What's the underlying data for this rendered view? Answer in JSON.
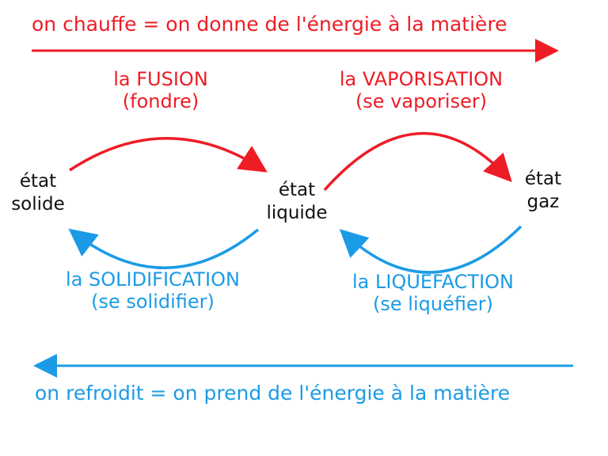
{
  "top_banner": "on chauffe = on donne de l'énergie à la matière",
  "bottom_banner": "on refroidit = on prend de l'énergie à la matière",
  "states": {
    "solid": [
      "état",
      "solide"
    ],
    "liquid": [
      "état",
      "liquide"
    ],
    "gas": [
      "état",
      "gaz"
    ]
  },
  "processes": {
    "fusion": {
      "name": "la FUSION",
      "verb": "(fondre)"
    },
    "vaporisation": {
      "name": "la VAPORISATION",
      "verb": "(se vaporiser)"
    },
    "solidification": {
      "name": "la SOLIDIFICATION",
      "verb": "(se solidifier)"
    },
    "liquefaction": {
      "name": "la LIQUEFACTION",
      "verb": "(se liquéfier)"
    }
  },
  "colors": {
    "heating": "#ee1c25",
    "cooling": "#1b9be6",
    "state_text": "#111111"
  }
}
